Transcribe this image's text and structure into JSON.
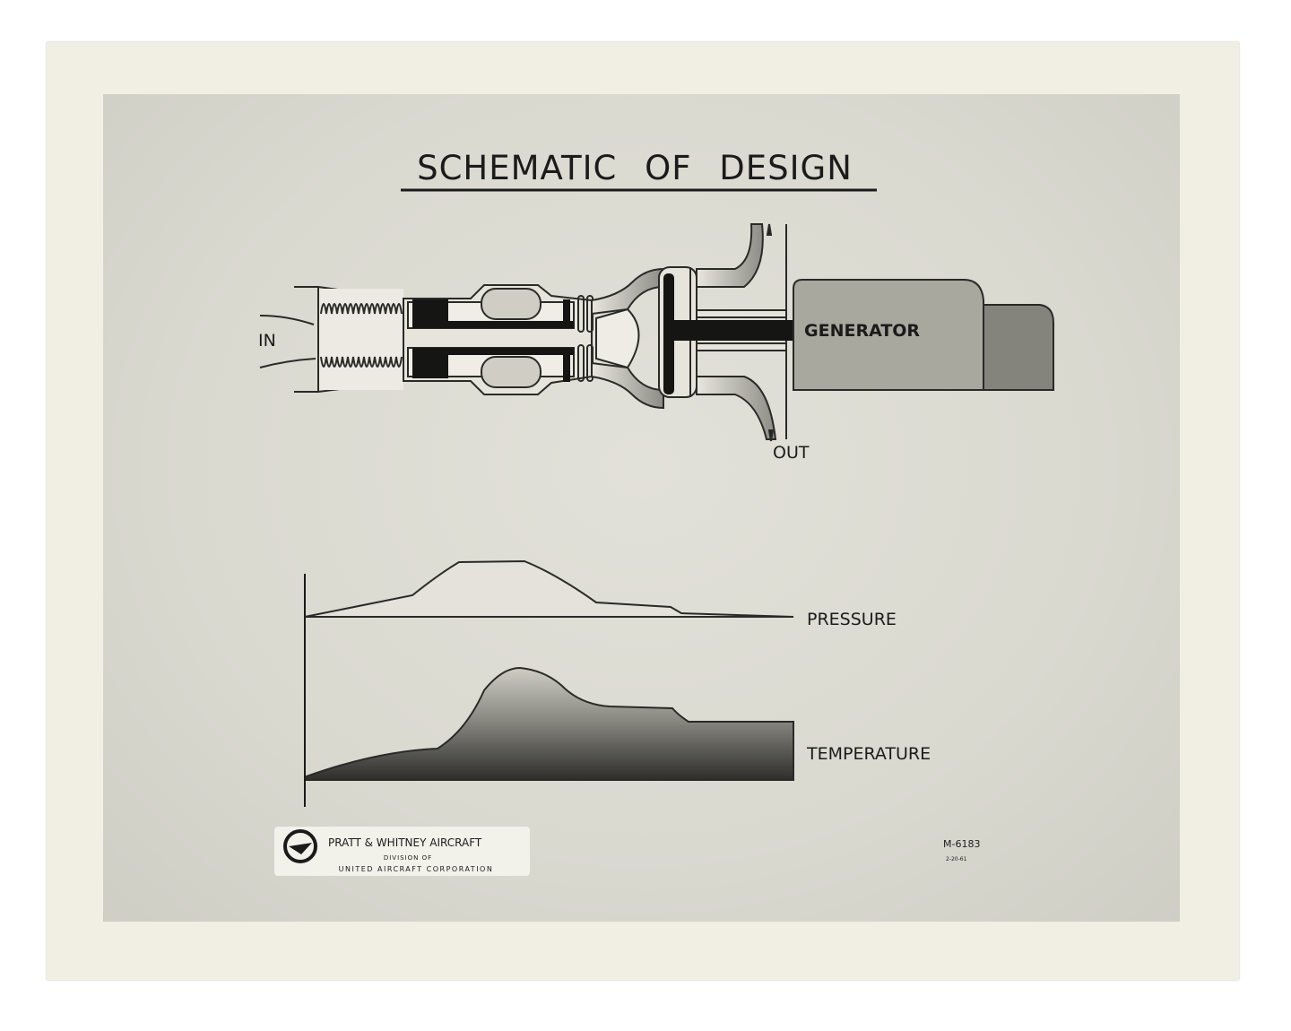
{
  "title": "SCHEMATIC OF DESIGN",
  "schematic": {
    "inlet_label": "IN",
    "outlet_label": "OUT",
    "generator_label": "GENERATOR"
  },
  "graphs": {
    "pressure_label": "PRESSURE",
    "temperature_label": "TEMPERATURE"
  },
  "logo_label": {
    "line1": "PRATT & WHITNEY AIRCRAFT",
    "line2": "DIVISION OF",
    "line3": "UNITED AIRCRAFT CORPORATION"
  },
  "reference": {
    "number": "M-6183",
    "date": "2-20-61"
  },
  "colors": {
    "card": "#f1efe3",
    "photo": "#dad9d0",
    "ink": "#1b1b1b",
    "generator": "#a9a89f",
    "generator_rear": "#85847c"
  }
}
